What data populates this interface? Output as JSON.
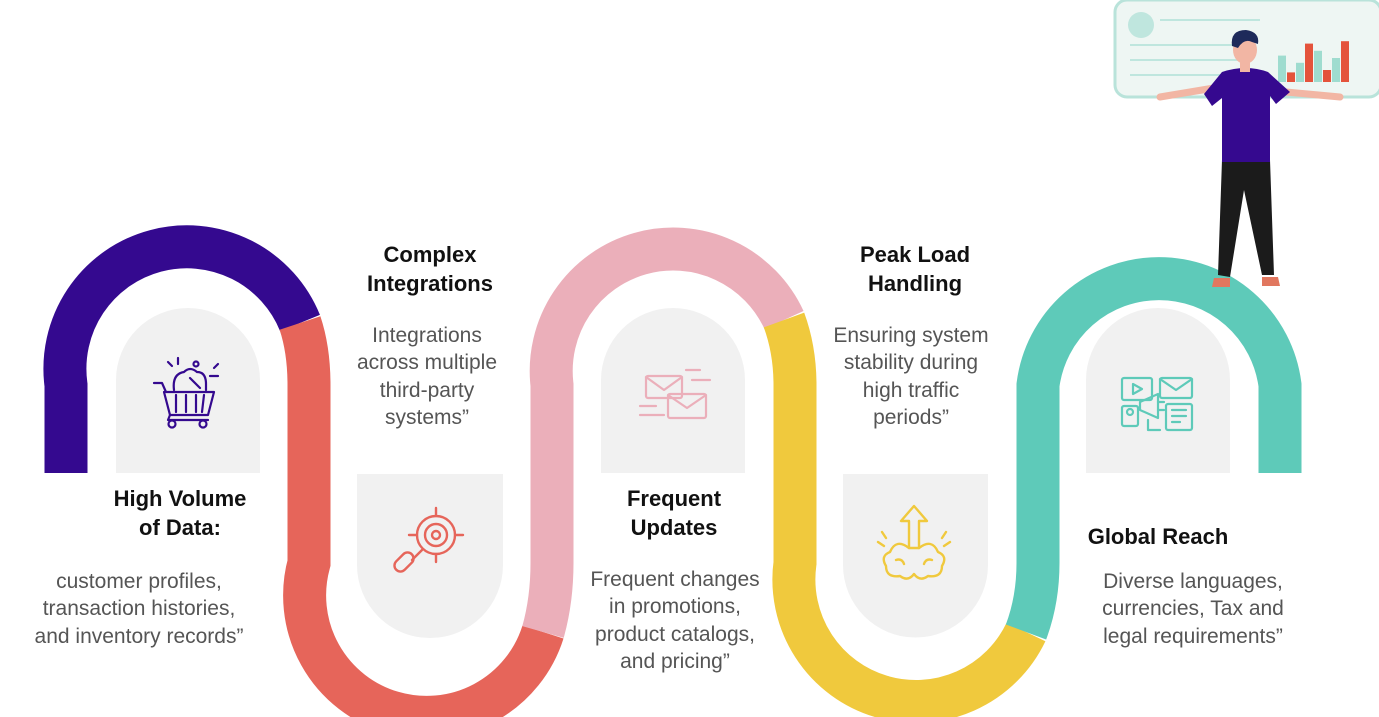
{
  "colors": {
    "step1": "#34098f",
    "step2": "#e6655a",
    "step3": "#ebafba",
    "step4": "#f0c93d",
    "step5": "#5ecab9",
    "panel": "#f1f1f1"
  },
  "steps": [
    {
      "title_line1": "High Volume",
      "title_line2": "of Data:",
      "desc": [
        "customer profiles,",
        "transaction histories,",
        "and inventory records”"
      ],
      "icon": "shopping-cart-icon"
    },
    {
      "title_line1": "Complex",
      "title_line2": "Integrations",
      "desc": [
        "Integrations",
        "across multiple",
        "third-party",
        "systems”"
      ],
      "icon": "search-target-icon"
    },
    {
      "title_line1": "Frequent",
      "title_line2": "Updates",
      "desc": [
        "Frequent changes",
        "in promotions,",
        "product catalogs,",
        "and pricing”"
      ],
      "icon": "email-icon"
    },
    {
      "title_line1": "Peak Load",
      "title_line2": "Handling",
      "desc": [
        "Ensuring system",
        "stability during",
        "high traffic",
        "periods”"
      ],
      "icon": "brain-growth-icon"
    },
    {
      "title_line1": "Global Reach",
      "desc": [
        "Diverse languages,",
        "currencies, Tax and",
        "legal requirements”"
      ],
      "icon": "multimedia-icon"
    }
  ],
  "illustration": {
    "icon": "presenter-dashboard-illustration",
    "bar_levels": [
      0.55,
      0.2,
      0.4,
      0.8,
      0.65,
      0.25,
      0.5,
      0.85
    ]
  }
}
